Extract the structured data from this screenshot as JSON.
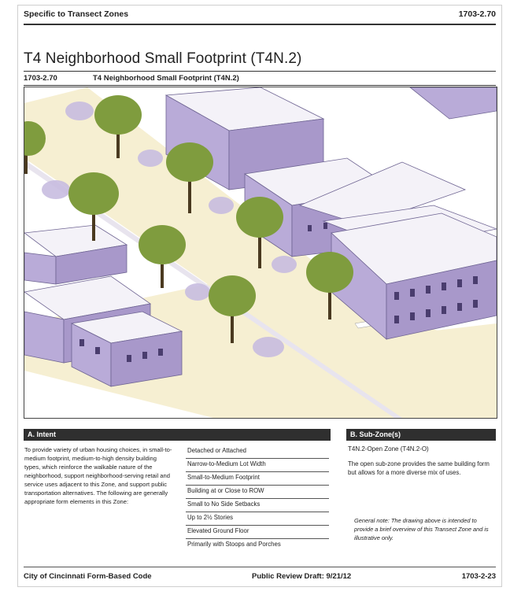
{
  "header": {
    "section": "Specific to Transect Zones",
    "code": "1703-2.70"
  },
  "title": "T4 Neighborhood Small Footprint (T4N.2)",
  "subheader": {
    "number": "1703-2.70",
    "text": "T4 Neighborhood Small Footprint (T4N.2)"
  },
  "colors": {
    "building": "#b9abd8",
    "roof": "#f4f2f8",
    "street": "#f6efd2",
    "tree": "#7f9c3e",
    "bar": "#2f2f2f"
  },
  "sections": {
    "intent": {
      "heading": "A. Intent",
      "paragraph": "To provide variety of urban housing choices, in small-to-medium footprint, medium-to-high density building types, which reinforce the walkable nature of the neighborhood, support neighborhood-serving retail and service uses adjacent to this Zone, and support public transportation alternatives. The following are generally appropriate form elements in this Zone:",
      "elements": [
        "Detached or Attached",
        "Narrow-to-Medium Lot Width",
        "Small-to-Medium Footprint",
        "Building at or Close to ROW",
        "Small to No Side Setbacks",
        "Up to 2½ Stories",
        "Elevated Ground Floor",
        "Primarily with Stoops and Porches"
      ]
    },
    "subzone": {
      "heading": "B. Sub-Zone(s)",
      "name": "T4N.2-Open Zone (T4N.2-O)",
      "description": "The open sub-zone provides the same building form but allows for a more diverse mix of uses.",
      "note": "General note: The drawing above is intended to provide a brief overview of this Transect Zone and is illustrative only."
    }
  },
  "footer": {
    "left": "City of Cincinnati Form-Based Code",
    "center": "Public Review Draft: 9/21/12",
    "right": "1703-2-23"
  }
}
